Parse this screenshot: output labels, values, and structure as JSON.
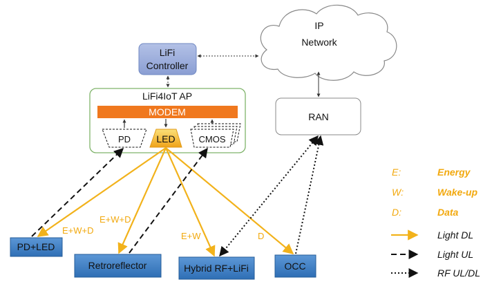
{
  "colors": {
    "light_dl": "#f2b21b",
    "light_ul": "#111111",
    "rf": "#111111",
    "ap_border": "#7fb36a",
    "modem": "#f0781e",
    "led_gradient_top": "#fbe07a",
    "led_gradient_bottom": "#f0a318",
    "controller_fill": "#97a9d8",
    "device_fill": "#3b7fc6",
    "legend_accent": "#f2a90f"
  },
  "nodes": {
    "ip_network": {
      "line1": "IP",
      "line2": "Network"
    },
    "lifi_controller": {
      "line1": "LiFi",
      "line2": "Controller"
    },
    "ap": {
      "title": "LiFi4IoT AP"
    },
    "modem": {
      "label": "MODEM"
    },
    "pd": {
      "label": "PD"
    },
    "led": {
      "label": "LED"
    },
    "cmos": {
      "label": "CMOS"
    },
    "ran": {
      "label": "RAN"
    },
    "pd_led": {
      "label": "PD+LED"
    },
    "retroreflector": {
      "label": "Retroreflector"
    },
    "hybrid": {
      "label": "Hybrid RF+LiFi"
    },
    "occ": {
      "label": "OCC"
    }
  },
  "edge_labels": {
    "pd_led": "E+W+D",
    "retroreflector": "E+W+D",
    "hybrid": "E+W",
    "occ": "D"
  },
  "legend": {
    "keys": [
      {
        "key": "E:",
        "value": "Energy"
      },
      {
        "key": "W:",
        "value": "Wake-up"
      },
      {
        "key": "D:",
        "value": "Data"
      }
    ],
    "lines": [
      {
        "style": "solid",
        "label": "Light DL"
      },
      {
        "style": "dashed",
        "label": "Light UL"
      },
      {
        "style": "dotted",
        "label": "RF UL/DL"
      }
    ]
  }
}
